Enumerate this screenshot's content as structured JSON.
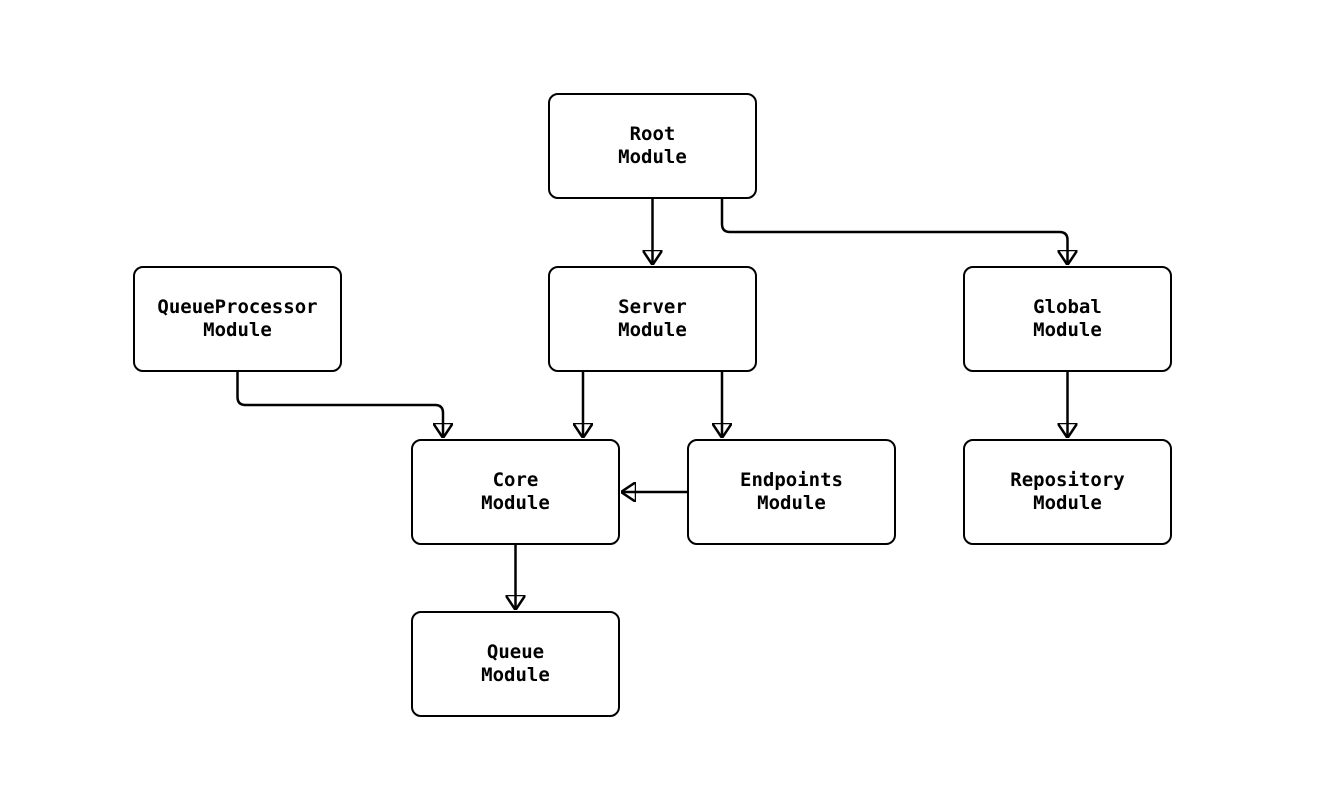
{
  "diagram": {
    "type": "module-dependency-flowchart",
    "background_color": "#ffffff",
    "stroke_color": "#000000",
    "text_color": "#000000",
    "nodes": [
      {
        "id": "root",
        "line1": "Root",
        "line2": "Module"
      },
      {
        "id": "queueprocessor",
        "line1": "QueueProcessor",
        "line2": "Module"
      },
      {
        "id": "server",
        "line1": "Server",
        "line2": "Module"
      },
      {
        "id": "global",
        "line1": "Global",
        "line2": "Module"
      },
      {
        "id": "core",
        "line1": "Core",
        "line2": "Module"
      },
      {
        "id": "endpoints",
        "line1": "Endpoints",
        "line2": "Module"
      },
      {
        "id": "repository",
        "line1": "Repository",
        "line2": "Module"
      },
      {
        "id": "queue",
        "line1": "Queue",
        "line2": "Module"
      }
    ],
    "edges": [
      {
        "from": "root",
        "to": "server"
      },
      {
        "from": "root",
        "to": "global"
      },
      {
        "from": "queueprocessor",
        "to": "core"
      },
      {
        "from": "server",
        "to": "core"
      },
      {
        "from": "server",
        "to": "endpoints"
      },
      {
        "from": "endpoints",
        "to": "core"
      },
      {
        "from": "global",
        "to": "repository"
      },
      {
        "from": "core",
        "to": "queue"
      }
    ]
  }
}
